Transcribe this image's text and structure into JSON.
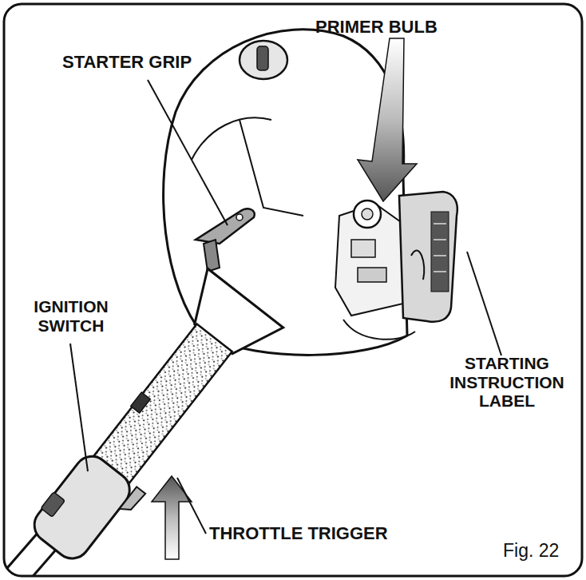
{
  "diagram": {
    "caption": "Fig. 22",
    "labels": [
      "PRIMER BULB",
      "STARTER GRIP",
      "IGNITION SWITCH",
      "STARTING INSTRUCTION LABEL",
      "THROTTLE TRIGGER"
    ]
  }
}
